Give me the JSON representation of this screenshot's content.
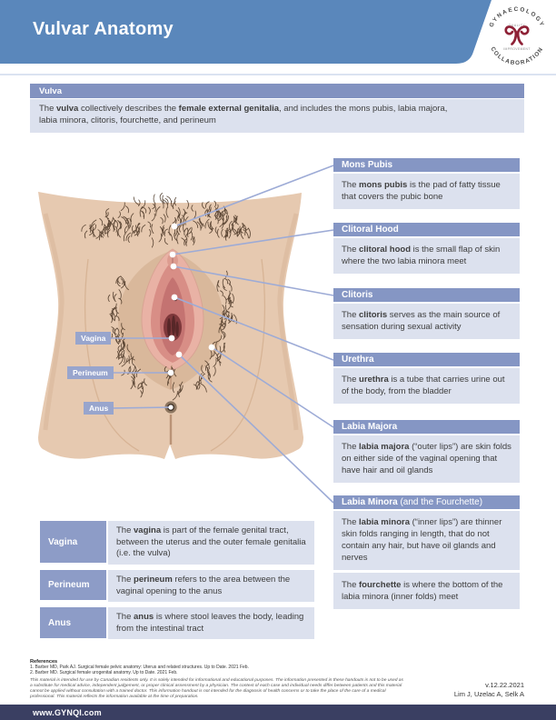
{
  "header": {
    "title": "Vulvar Anatomy"
  },
  "logo": {
    "arc_top": "GYNAECOLOGY",
    "arc_bottom": "COLLABORATION",
    "small_top": "QUALITY",
    "small_bottom": "IMPROVEMENT"
  },
  "colors": {
    "band_blue": "#5a87bb",
    "callout_header": "#8596c4",
    "callout_body": "#dce1ee",
    "footer_navy": "#3a3f62",
    "logo_maroon": "#8e2136",
    "connector": "#9dabd6"
  },
  "intro": {
    "title": "Vulva",
    "text": [
      {
        "t": "The "
      },
      {
        "t": "vulva",
        "b": true
      },
      {
        "t": " collectively describes the "
      },
      {
        "t": "female external genitalia",
        "b": true
      },
      {
        "t": ", and includes the mons pubis, labia majora, labia minora, clitoris, fourchette, and perineum"
      }
    ]
  },
  "callouts": [
    {
      "title": "Mons Pubis",
      "text": [
        {
          "t": "The "
        },
        {
          "t": "mons pubis",
          "b": true
        },
        {
          "t": " is the pad of fatty tissue that covers the pubic bone"
        }
      ]
    },
    {
      "title": "Clitoral Hood",
      "text": [
        {
          "t": "The "
        },
        {
          "t": "clitoral hood",
          "b": true
        },
        {
          "t": " is the small flap of skin where the two labia minora meet"
        }
      ]
    },
    {
      "title": "Clitoris",
      "text": [
        {
          "t": "The "
        },
        {
          "t": "clitoris",
          "b": true
        },
        {
          "t": " serves as the main source of sensation during sexual activity"
        }
      ]
    },
    {
      "title": "Urethra",
      "text": [
        {
          "t": "The "
        },
        {
          "t": "urethra",
          "b": true
        },
        {
          "t": " is a tube that carries urine out of the body, from the bladder"
        }
      ]
    },
    {
      "title": "Labia Majora",
      "text": [
        {
          "t": "The "
        },
        {
          "t": "labia majora",
          "b": true
        },
        {
          "t": " (“outer lips”) are skin folds on either side of the vaginal opening that have hair and oil glands"
        }
      ]
    },
    {
      "title_rich": [
        {
          "t": "Labia Minora",
          "b": true
        },
        {
          "t": " (and the Fourchette)"
        }
      ],
      "text": [
        {
          "t": "The "
        },
        {
          "t": "labia minora",
          "b": true
        },
        {
          "t": " (“inner lips”) are thinner skin folds ranging in length, that do not contain any hair, but have oil glands and nerves"
        }
      ]
    }
  ],
  "fourchette_note": [
    {
      "t": "The "
    },
    {
      "t": "fourchette",
      "b": true
    },
    {
      "t": " is where the bottom of the labia minora (inner folds) meet"
    }
  ],
  "diagram_labels": [
    {
      "label": "Vagina"
    },
    {
      "label": "Perineum"
    },
    {
      "label": "Anus"
    }
  ],
  "table": [
    {
      "label": "Vagina",
      "text": [
        {
          "t": "The "
        },
        {
          "t": "vagina",
          "b": true
        },
        {
          "t": " is part of the female genital tract, between the uterus and the outer female genitalia (i.e. the vulva)"
        }
      ]
    },
    {
      "label": "Perineum",
      "text": [
        {
          "t": "The "
        },
        {
          "t": "perineum",
          "b": true
        },
        {
          "t": " refers to the area between the vaginal opening to the anus"
        }
      ]
    },
    {
      "label": "Anus",
      "text": [
        {
          "t": "The "
        },
        {
          "t": "anus",
          "b": true
        },
        {
          "t": " is where stool leaves the body, leading from the intestinal tract"
        }
      ]
    }
  ],
  "references": {
    "heading": "References",
    "items": [
      "1. Barber MD, Park AJ. Surgical female pelvic anatomy: Uterus and related structures. Up to Date. 2021 Feb.",
      "2. Barber MD. Surgical female urogenital anatomy. Up to Date. 2021 Feb."
    ],
    "disclaimer": "This material is intended for use by Canadian residents only. It is solely intended for informational and educational purposes. The information presented in these handouts is not to be used as a substitute for medical advice, independent judgement, or proper clinical assessment by a physician. The context of each case and individual needs differ between patients and this material cannot be applied without consultation with a trained doctor. This information handout is not intended for the diagnosis of health concerns or to take the place of the care of a medical professional. This material reflects the information available at the time of preparation."
  },
  "footer": {
    "version": "v.12.22.2021",
    "authors": "Lim J, Uzelac A, Selk A",
    "website": "www.GYNQI.com"
  }
}
